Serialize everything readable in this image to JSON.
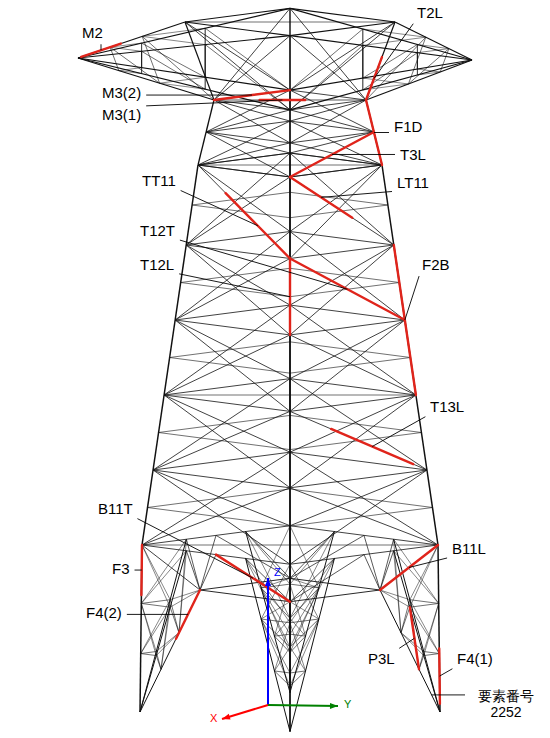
{
  "diagram": {
    "labels": [
      "M2",
      "T2L",
      "M3(2)",
      "M3(1)",
      "F1D",
      "T3L",
      "TT11",
      "LT11",
      "T12T",
      "F2B",
      "T12L",
      "T13L",
      "B11T",
      "F3",
      "B11L",
      "F4(2)",
      "F4(1)",
      "P3L",
      "要素番号 2252",
      "Z",
      "X",
      "Y"
    ]
  }
}
